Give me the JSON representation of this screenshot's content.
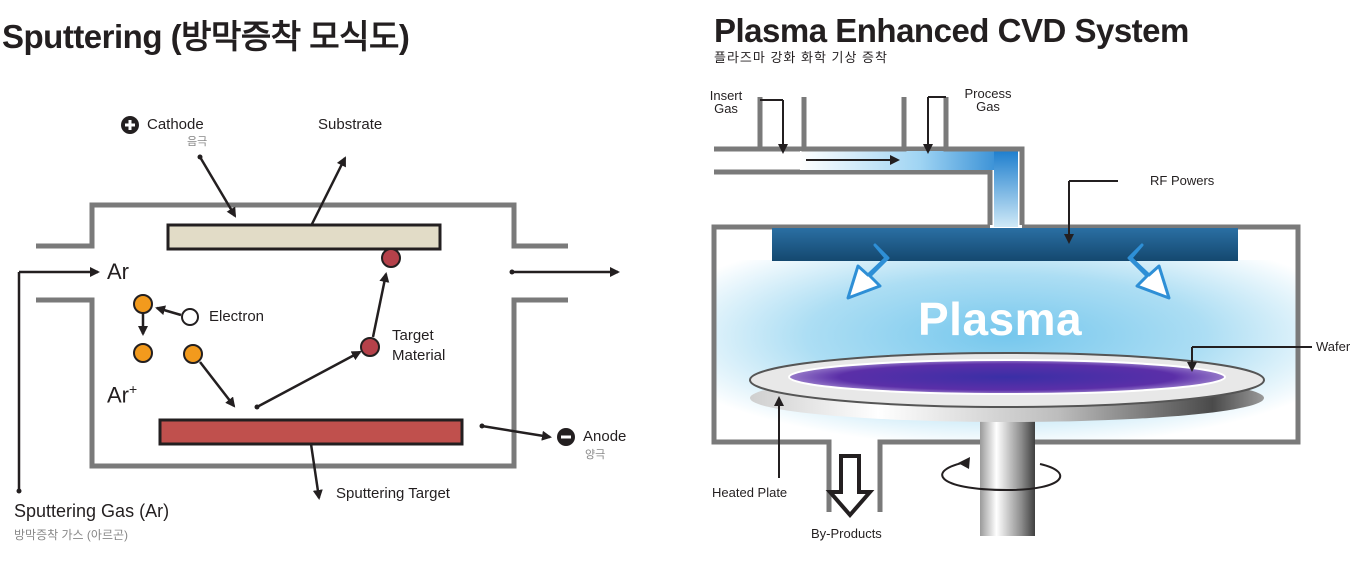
{
  "left": {
    "title": "Sputtering (방막증착 모식도)",
    "labels": {
      "cathode": "Cathode",
      "cathode_kr": "음극",
      "substrate": "Substrate",
      "ar": "Ar",
      "ar_plus": "Ar",
      "ar_plus_sup": "+",
      "electron": "Electron",
      "target_material": "Target Material",
      "anode": "Anode",
      "anode_kr": "양극",
      "sputtering_target": "Sputtering Target",
      "sputtering_gas": "Sputtering Gas (Ar)",
      "sputtering_gas_kr": "방막증착 가스 (아르곤)"
    },
    "colors": {
      "substrate": "#e2dcc7",
      "target": "#c0504d",
      "argon": "#f29a1d",
      "particle": "#b5414a",
      "chamber": "#7a7a7a"
    }
  },
  "right": {
    "title": "Plasma Enhanced CVD System",
    "subtitle": "플라즈마 강화 화학 기상 증착",
    "labels": {
      "insert_gas": "Insert Gas",
      "process_gas": "Process Gas",
      "rf_powers": "RF Powers",
      "plasma": "Plasma",
      "wafer": "Wafer",
      "heated_plate": "Heated Plate",
      "by_products": "By-Products"
    },
    "colors": {
      "rf_electrode": "#1b5b8c",
      "plasma_glow": "#6fc3ea",
      "wafer": "#5a2a9e",
      "gas_flow": "#2e8fd6"
    }
  }
}
